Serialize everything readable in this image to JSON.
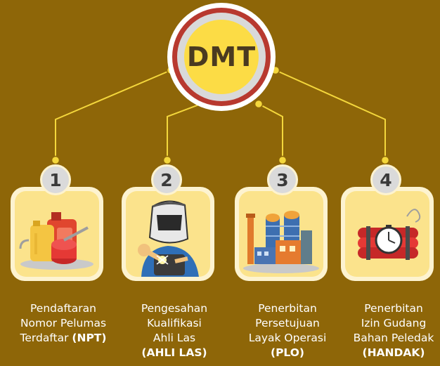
{
  "hub": {
    "title": "DMT"
  },
  "steps": [
    {
      "number": "1",
      "icon": "lubricant-oil-cans-icon",
      "lines": [
        "Pendaftaran",
        "Nomor Pelumas"
      ],
      "last_plain": "Terdaftar ",
      "last_bold": "(NPT)"
    },
    {
      "number": "2",
      "icon": "welder-icon",
      "lines": [
        "Pengesahan",
        "Kualifikasi",
        "Ahli Las"
      ],
      "last_plain": "",
      "last_bold": "(AHLI LAS)"
    },
    {
      "number": "3",
      "icon": "industrial-plant-icon",
      "lines": [
        "Penerbitan",
        "Persetujuan",
        "Layak Operasi"
      ],
      "last_plain": "",
      "last_bold": "(PLO)"
    },
    {
      "number": "4",
      "icon": "dynamite-timer-icon",
      "lines": [
        "Penerbitan",
        "Izin Gudang",
        "Bahan Peledak"
      ],
      "last_plain": "",
      "last_bold": "(HANDAK)"
    }
  ],
  "colors": {
    "background": "#8e6608",
    "connector": "#f4d73c",
    "hub_ring": "#b8392f",
    "hub_core": "#fcdc45",
    "card_outer": "#fdf3d0",
    "card_inner": "#fbe38c",
    "badge": "#dadada"
  }
}
